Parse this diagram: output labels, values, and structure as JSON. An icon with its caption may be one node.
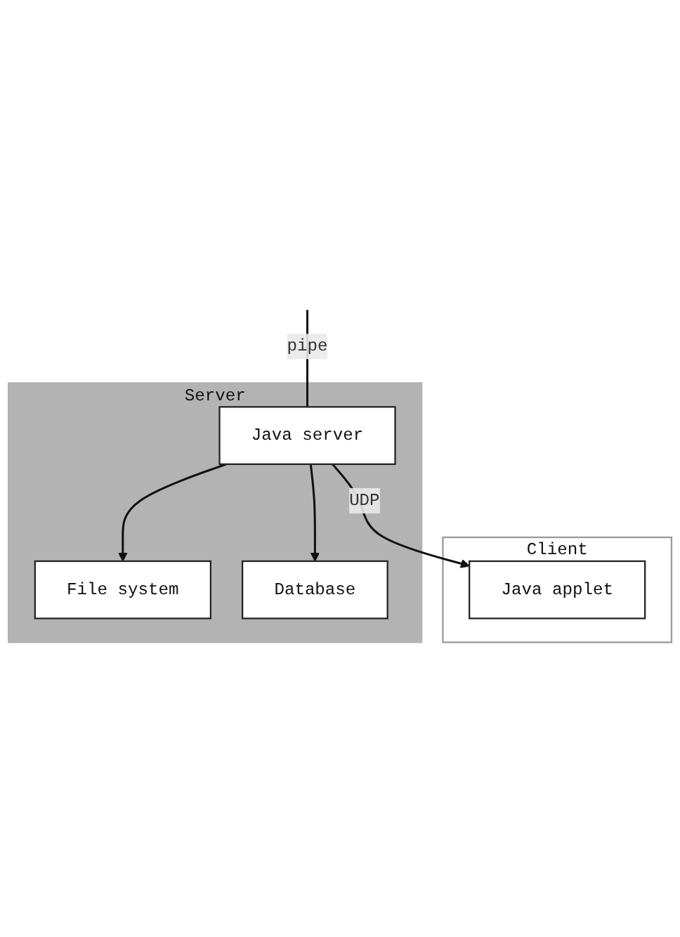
{
  "diagram": {
    "nodes": [
      {
        "text": [
          "Server"
        ]
      },
      {
        "text": [
          "File system"
        ],
        "in": 0
      },
      {
        "text": [
          "Database"
        ],
        "in": 0
      },
      {
        "text": [
          "Java server"
        ],
        "in": 0
      },
      {
        "text": [
          "Client"
        ]
      },
      {
        "text": [
          "Java applet"
        ],
        "in": 4
      }
    ],
    "edges": [
      {
        "from": null,
        "to": 3,
        "arrow": "none",
        "label": "pipe"
      },
      {
        "from": 3,
        "to": 1,
        "arrow": "to"
      },
      {
        "from": 3,
        "to": 2,
        "arrow": "to"
      },
      {
        "from": 3,
        "to": 5,
        "arrow": "to",
        "label": "UDP"
      }
    ]
  }
}
